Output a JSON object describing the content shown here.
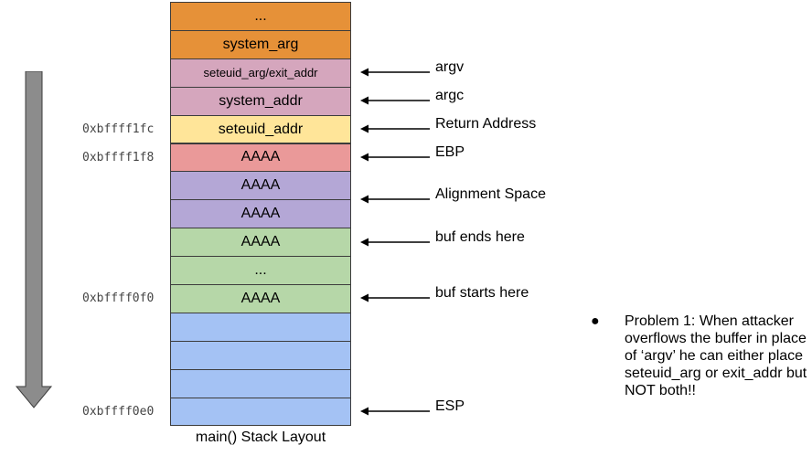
{
  "stack": {
    "cells": [
      {
        "text": "...",
        "color": "#e69138"
      },
      {
        "text": "system_arg",
        "color": "#e69138"
      },
      {
        "text": "seteuid_arg/exit_addr",
        "color": "#d5a6bd",
        "small": true
      },
      {
        "text": "system_addr",
        "color": "#d5a6bd"
      },
      {
        "text": "seteuid_addr",
        "color": "#ffe599"
      },
      {
        "text": "AAAA",
        "color": "#ea9999"
      },
      {
        "text": "AAAA",
        "color": "#b4a7d6"
      },
      {
        "text": "AAAA",
        "color": "#b4a7d6"
      },
      {
        "text": "AAAA",
        "color": "#b6d7a8"
      },
      {
        "text": "...",
        "color": "#b6d7a8"
      },
      {
        "text": "AAAA",
        "color": "#b6d7a8"
      },
      {
        "text": "",
        "color": "#a4c2f4"
      },
      {
        "text": "",
        "color": "#a4c2f4"
      },
      {
        "text": "",
        "color": "#a4c2f4"
      },
      {
        "text": "",
        "color": "#a4c2f4"
      }
    ],
    "caption": "main() Stack Layout"
  },
  "addresses": [
    {
      "text": "0xbffff1fc",
      "row": 4
    },
    {
      "text": "0xbffff1f8",
      "row": 5
    },
    {
      "text": "0xbffff0f0",
      "row": 10
    },
    {
      "text": "0xbffff0e0",
      "row": 14
    }
  ],
  "labels": [
    {
      "text": "argv",
      "row": 2
    },
    {
      "text": "argc",
      "row": 3
    },
    {
      "text": "Return Address",
      "row": 4
    },
    {
      "text": "EBP",
      "row": 5
    },
    {
      "text": "Alignment Space",
      "row": 6.5
    },
    {
      "text": "buf ends here",
      "row": 8
    },
    {
      "text": "buf starts here",
      "row": 10
    },
    {
      "text": "ESP",
      "row": 14
    }
  ],
  "note": {
    "bullet": "●",
    "text": "Problem 1: When attacker overflows the buffer in place of ‘argv’ he can either place seteuid_arg or exit_addr but NOT both!!"
  },
  "colors": {
    "down_arrow": "#8c8c8c",
    "arrow_line": "#000000"
  }
}
